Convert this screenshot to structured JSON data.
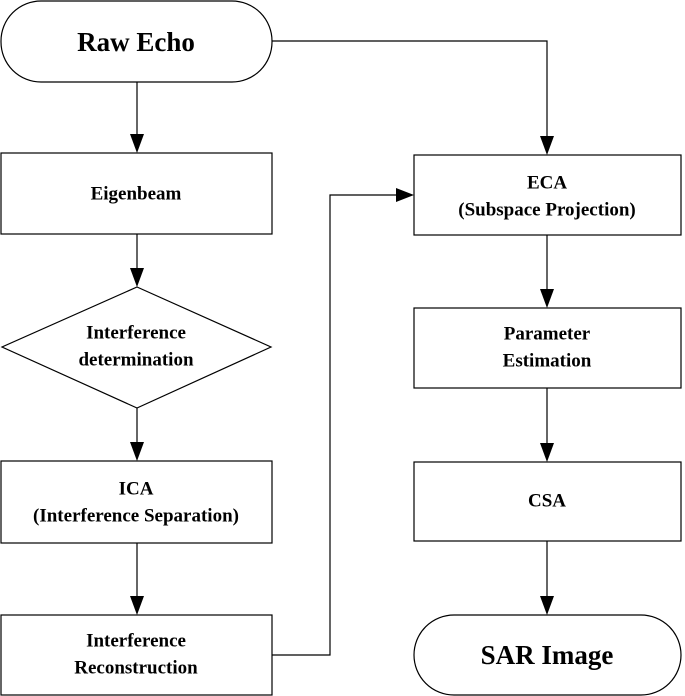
{
  "diagram": {
    "nodes": {
      "raw_echo": {
        "label": "Raw Echo"
      },
      "eigenbeam": {
        "label": "Eigenbeam"
      },
      "interference_determination": {
        "line1": "Interference",
        "line2": "determination"
      },
      "ica": {
        "line1": "ICA",
        "line2": "(Interference Separation)"
      },
      "interference_reconstruction": {
        "line1": "Interference",
        "line2": "Reconstruction"
      },
      "eca": {
        "line1": "ECA",
        "line2": "(Subspace Projection)"
      },
      "parameter_estimation": {
        "line1": "Parameter",
        "line2": "Estimation"
      },
      "csa": {
        "label": "CSA"
      },
      "sar_image": {
        "label": "SAR Image"
      }
    },
    "edges": [
      {
        "from": "raw_echo",
        "to": "eigenbeam"
      },
      {
        "from": "eigenbeam",
        "to": "interference_determination"
      },
      {
        "from": "interference_determination",
        "to": "ica"
      },
      {
        "from": "ica",
        "to": "interference_reconstruction"
      },
      {
        "from": "interference_reconstruction",
        "to": "eca"
      },
      {
        "from": "raw_echo",
        "to": "eca"
      },
      {
        "from": "eca",
        "to": "parameter_estimation"
      },
      {
        "from": "parameter_estimation",
        "to": "csa"
      },
      {
        "from": "csa",
        "to": "sar_image"
      }
    ]
  }
}
